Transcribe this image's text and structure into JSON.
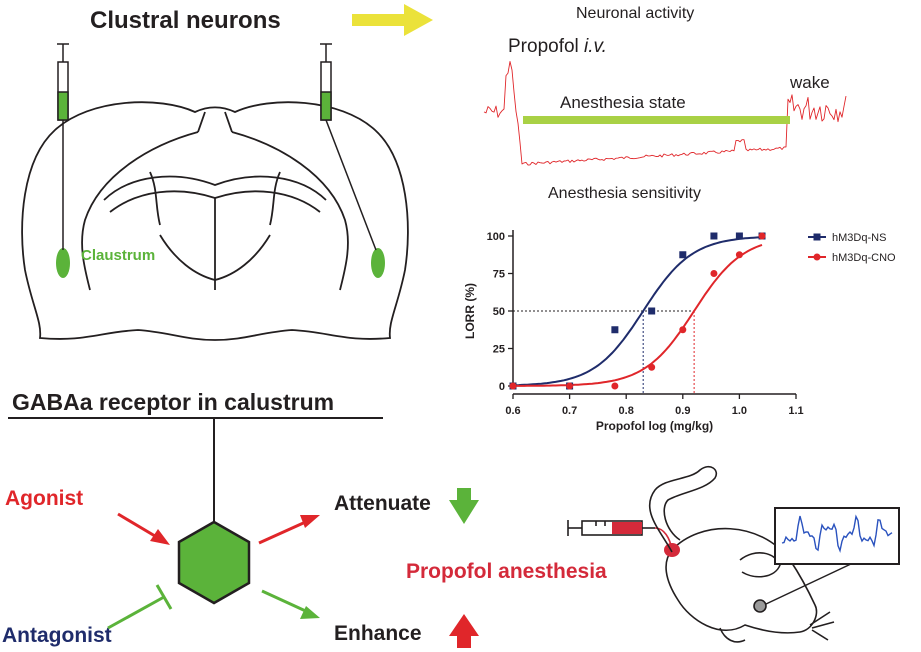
{
  "colors": {
    "red": "#e0262a",
    "green": "#5bb33a",
    "navy": "#1f2c6b",
    "yellow": "#ebe23a",
    "lime": "#a9d145",
    "propofol_red": "#d42a3a",
    "eeg_blue": "#2a52be"
  },
  "top_left": {
    "title": "Clustral neurons",
    "claustrum_label": "Claustrum"
  },
  "activity": {
    "title": "Neuronal activity",
    "propofol_label": "Propofol ",
    "propofol_iv": "i.v.",
    "anesthesia_state": "Anesthesia state",
    "wake": "wake"
  },
  "chart_data": {
    "type": "scatter",
    "title": "Anesthesia sensitivity",
    "xlabel": "Propofol log (mg/kg)",
    "ylabel": "LORR (%)",
    "xlim": [
      0.6,
      1.1
    ],
    "ylim": [
      0,
      100
    ],
    "x_ticks": [
      "0.6",
      "0.7",
      "0.8",
      "0.9",
      "1.0",
      "1.1"
    ],
    "y_ticks": [
      "0",
      "25",
      "50",
      "75",
      "100"
    ],
    "legend_position": "right",
    "ec50_reference_y": 50,
    "series": [
      {
        "name": "hM3Dq-NS",
        "marker": "square",
        "color": "#1f2c6b",
        "x": [
          0.6,
          0.7,
          0.78,
          0.845,
          0.9,
          0.955,
          1.0,
          1.04
        ],
        "y": [
          0,
          0,
          37.5,
          50,
          87.5,
          100,
          100,
          100
        ],
        "ec50": 0.83
      },
      {
        "name": "hM3Dq-CNO",
        "marker": "circle",
        "color": "#e0262a",
        "x": [
          0.6,
          0.7,
          0.78,
          0.845,
          0.9,
          0.955,
          1.0,
          1.04
        ],
        "y": [
          0,
          0,
          0,
          12.5,
          37.5,
          75,
          87.5,
          100
        ],
        "ec50": 0.92
      }
    ]
  },
  "bottom": {
    "heading": "GABAa receptor in calustrum",
    "agonist": "Agonist",
    "antagonist": "Antagonist",
    "attenuate": "Attenuate",
    "enhance": "Enhance",
    "propofol_anesthesia": "Propofol anesthesia"
  }
}
